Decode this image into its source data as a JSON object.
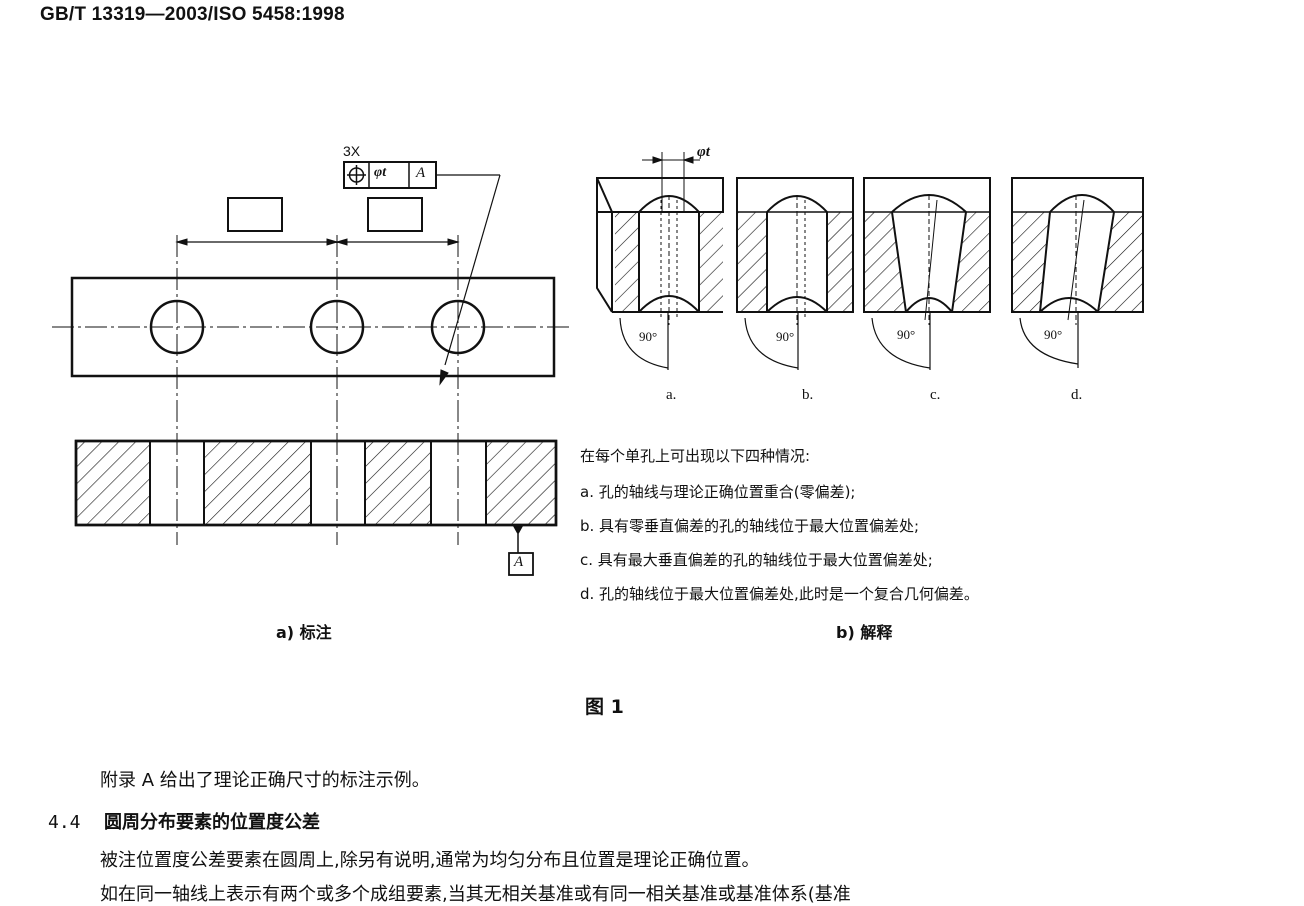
{
  "header": "GB/T 13319—2003/ISO 5458:1998",
  "fig_a": {
    "count_label": "3X",
    "frame": [
      "⊕",
      "φt",
      "A"
    ],
    "datum": "A",
    "caption": "a) 标注"
  },
  "fig_b": {
    "dim_label": "φt",
    "angle_label": "90°",
    "cases": [
      "a.",
      "b.",
      "c.",
      "d."
    ],
    "notes": [
      "在每个单孔上可出现以下四种情况:",
      "a. 孔的轴线与理论正确位置重合(零偏差);",
      "b. 具有零垂直偏差的孔的轴线位于最大位置偏差处;",
      "c. 具有最大垂直偏差的孔的轴线位于最大位置偏差处;",
      "d. 孔的轴线位于最大位置偏差处,此时是一个复合几何偏差。"
    ],
    "caption": "b) 解释"
  },
  "figure_title": "图 1",
  "text": {
    "line1": "附录 A 给出了理论正确尺寸的标注示例。",
    "section_num": "4.4",
    "section_title": "圆周分布要素的位置度公差",
    "line2": "被注位置度公差要素在圆周上,除另有说明,通常为均匀分布且位置是理论正确位置。",
    "line3": "如在同一轴线上表示有两个或多个成组要素,当其无相关基准或有同一相关基准或基准体系(基准"
  }
}
